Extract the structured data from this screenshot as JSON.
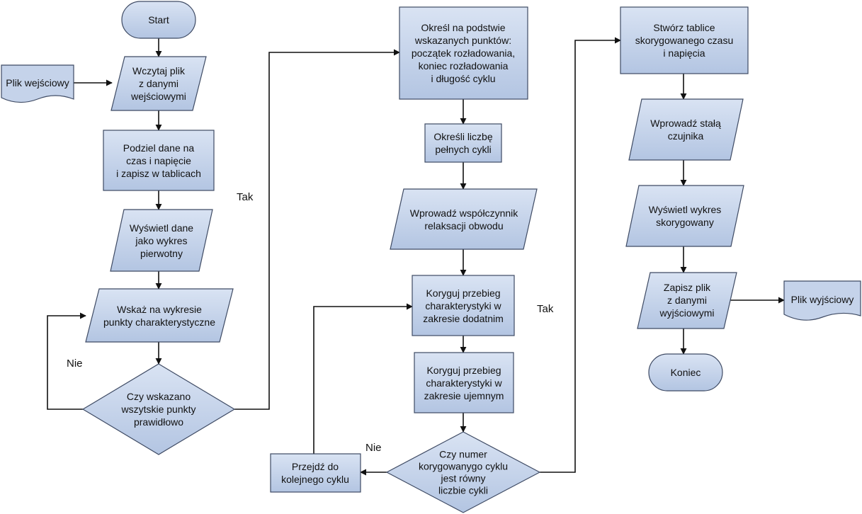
{
  "nodes": {
    "start": [
      "Start"
    ],
    "input_file": [
      "Plik wejściowy"
    ],
    "load_file": [
      "Wczytaj plik",
      "z danymi",
      "wejściowymi"
    ],
    "split_data": [
      "Podziel dane na",
      "czas i napięcie",
      "i zapisz w tablicach"
    ],
    "show_raw_plot": [
      "Wyświetl dane",
      "jako wykres",
      "pierwotny"
    ],
    "mark_points": [
      "Wskaż na wykresie",
      "punkty charakterystyczne"
    ],
    "points_valid": [
      "Czy wskazano",
      "wszytskie punkty",
      "prawidłowo"
    ],
    "determine_cycle": [
      "Określ na podstwie",
      "wskazanych punktów:",
      "początek rozładowania,",
      "koniec rozładowania",
      "i długość cyklu"
    ],
    "count_cycles": [
      "Określi liczbę",
      "pełnych cykli"
    ],
    "enter_coefficient": [
      "Wprowadź współczynnik",
      "relaksacji obwodu"
    ],
    "correct_positive": [
      "Koryguj przebieg",
      "charakterystyki w",
      "zakresie dodatnim"
    ],
    "correct_negative": [
      "Koryguj przebieg",
      "charakterystyki w",
      "zakresie ujemnym"
    ],
    "cycle_check": [
      "Czy numer",
      "korygowanygo cyklu",
      "jest równy",
      "liczbie cykli"
    ],
    "next_cycle": [
      "Przejdź do",
      "kolejnego cyklu"
    ],
    "create_tables": [
      "Stwórz tablice",
      "skorygowanego czasu",
      "i napięcia"
    ],
    "sensor_constant": [
      "Wprowadź stałą",
      "czujnika"
    ],
    "show_corrected_plot": [
      "Wyświetl wykres",
      "skorygowany"
    ],
    "save_file": [
      "Zapisz plik",
      "z danymi",
      "wyjściowymi"
    ],
    "output_file": [
      "Plik wyjściowy"
    ],
    "end": [
      "Koniec"
    ]
  },
  "edge_labels": {
    "points_yes": "Tak",
    "points_no": "Nie",
    "cycle_yes": "Tak",
    "cycle_no": "Nie"
  },
  "colors": {
    "node_fill_top": "#d9e3f3",
    "node_fill_bottom": "#b3c5e2",
    "node_stroke": "#3e4a63",
    "edge": "#111111"
  }
}
